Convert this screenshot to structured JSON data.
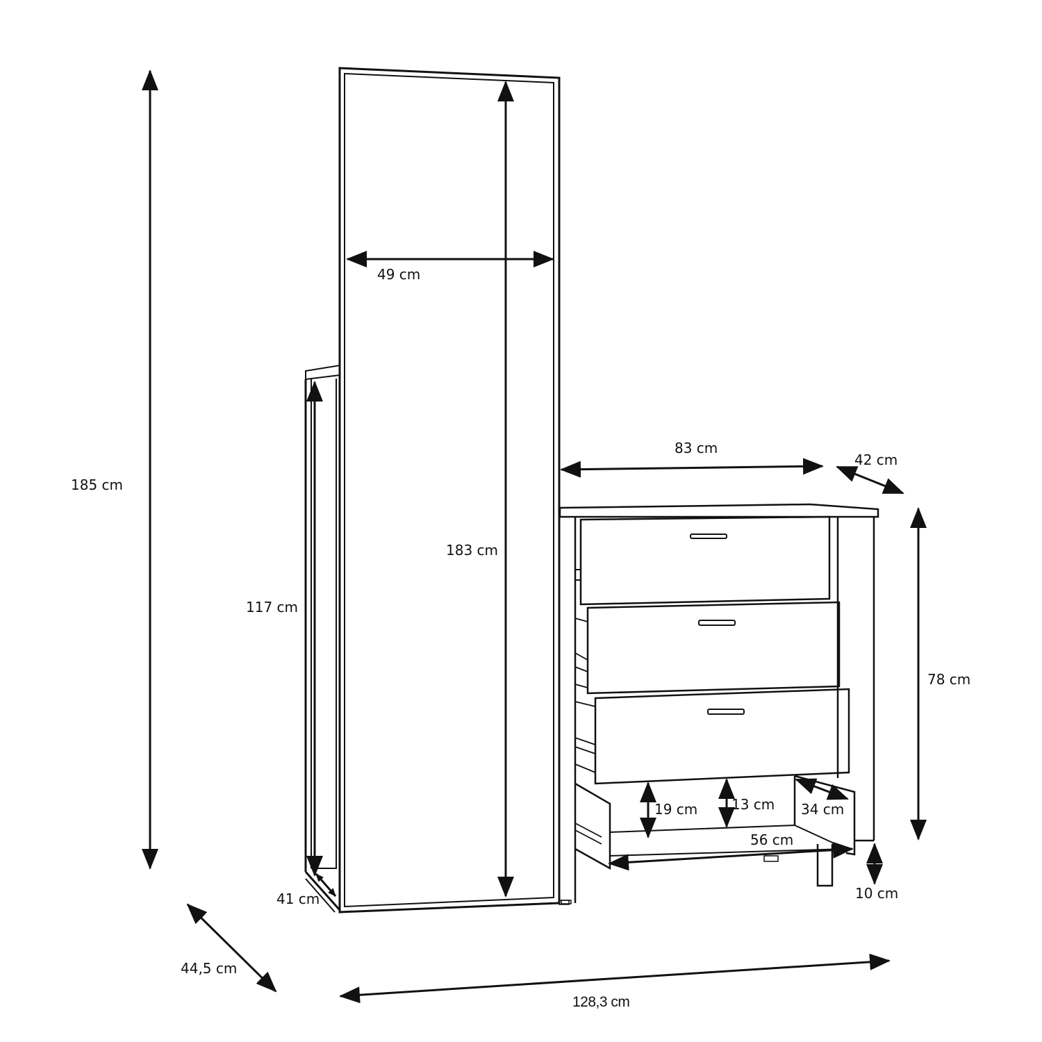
{
  "diagram": {
    "subject": "Dressing table with tall mirror and 4-drawer chest",
    "colors": {
      "line": "#111111",
      "background": "#ffffff"
    },
    "dimensions": {
      "total_height": "185 cm",
      "mirror_width": "49 cm",
      "mirror_height": "183 cm",
      "side_rack_height": "117 cm",
      "side_rack_depth": "41 cm",
      "total_depth": "44,5 cm",
      "total_width": "128,3 cm",
      "chest_width": "83 cm",
      "chest_depth": "42 cm",
      "chest_height": "78 cm",
      "leg_height": "10 cm",
      "drawer_front_height": "19 cm",
      "drawer_inner_height": "13 cm",
      "drawer_inner_depth": "34 cm",
      "drawer_inner_width": "56 cm"
    },
    "drawers": [
      {
        "position": "top",
        "state": "closed"
      },
      {
        "position": "second",
        "state": "slightly-open"
      },
      {
        "position": "third",
        "state": "slightly-open"
      },
      {
        "position": "bottom",
        "state": "open"
      }
    ]
  }
}
